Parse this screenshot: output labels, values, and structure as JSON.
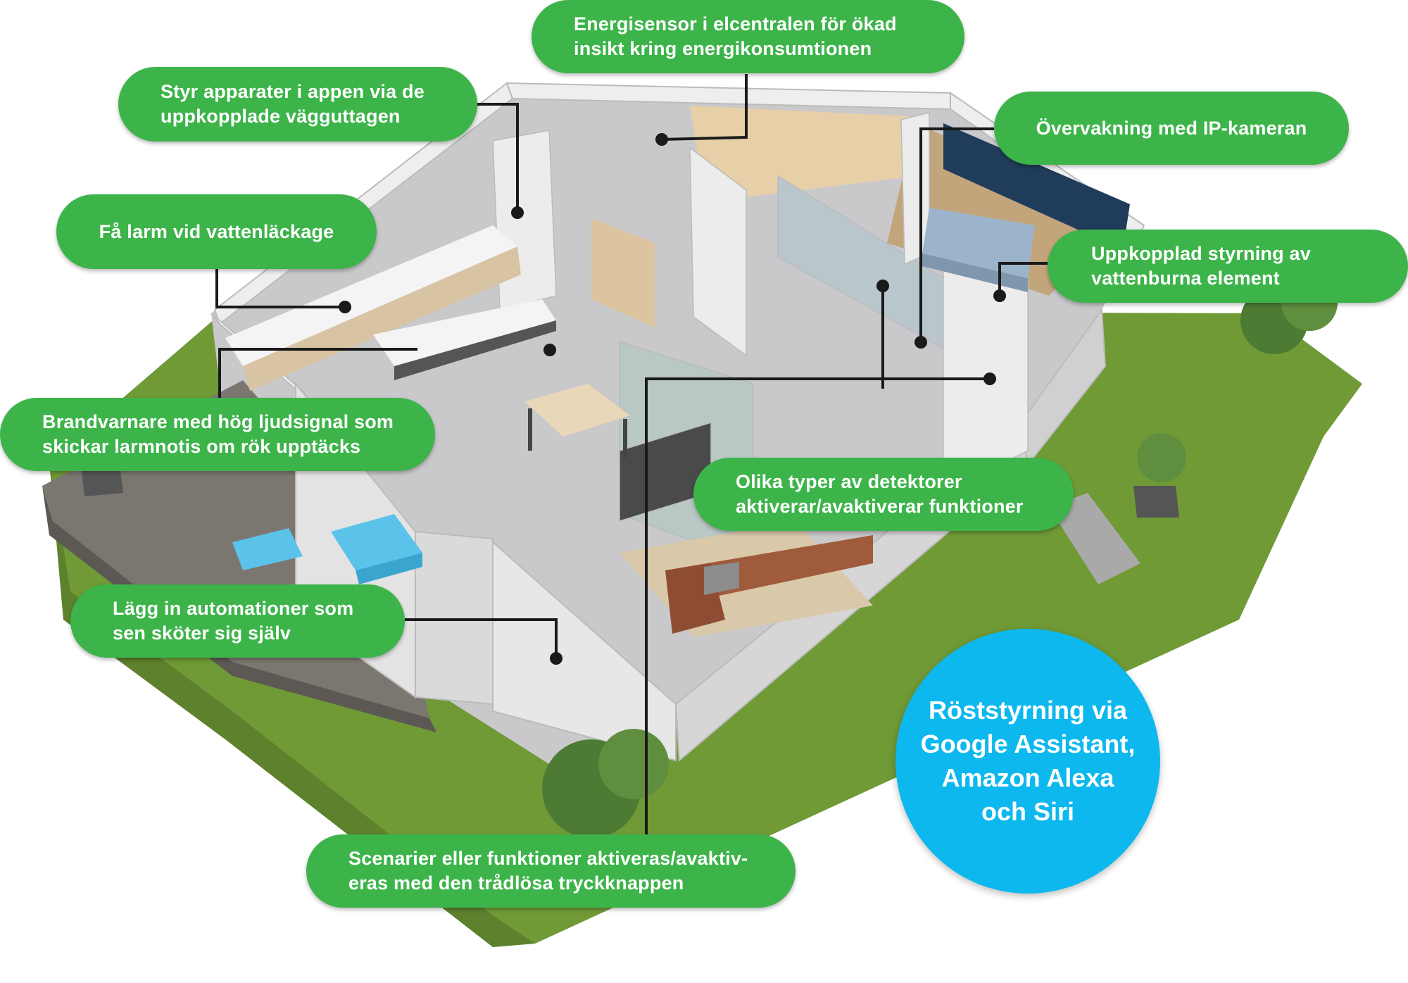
{
  "callouts": {
    "energy_sensor": "Energisensor i elcentralen för ökad\ninsikt kring energikonsumtionen",
    "smart_plugs": "Styr apparater i appen via de\nuppkopplade vägguttagen",
    "ip_camera": "Övervakning med IP-kameran",
    "water_leak": "Få larm vid vattenläckage",
    "heating": "Uppkopplad styrning av\nvattenburna element",
    "smoke_alarm": "Brandvarnare med hög ljudsignal som\nskickar larmnotis om rök upptäcks",
    "detectors": "Olika typer av detektorer\naktiverar/avaktiverar funktioner",
    "automations": "Lägg in automationer som\nsen sköter sig själv",
    "wireless_button": "Scenarier eller funktioner aktiveras/avaktiv-\neras med den trådlösa tryckknappen"
  },
  "voice_control": "Röststyrning via\nGoogle Assistant,\nAmazon Alexa\noch Siri",
  "colors": {
    "callout_green": "#3db44a",
    "voice_blue": "#0cb8ee",
    "lawn_green": "#6f9a36",
    "floor_grey": "#c9c9cb",
    "wall_white": "#eeeeee",
    "wood_deck": "#7b7670",
    "sofa_brown": "#a05a3c",
    "chair_blue": "#5bc3ea"
  }
}
